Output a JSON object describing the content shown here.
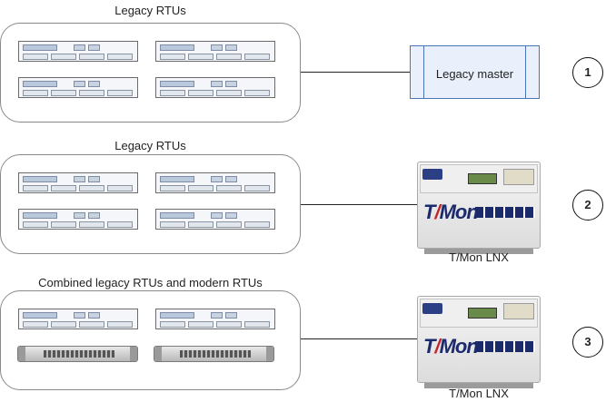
{
  "groups": [
    {
      "title": "Legacy RTUs"
    },
    {
      "title": "Legacy RTUs"
    },
    {
      "title": "Combined legacy RTUs and modern RTUs"
    }
  ],
  "master": {
    "label": "Legacy master"
  },
  "devices": [
    {
      "caption": "T/Mon LNX",
      "brand": "T/Mon"
    },
    {
      "caption": "T/Mon LNX",
      "brand": "T/Mon"
    }
  ],
  "steps": [
    "1",
    "2",
    "3"
  ]
}
